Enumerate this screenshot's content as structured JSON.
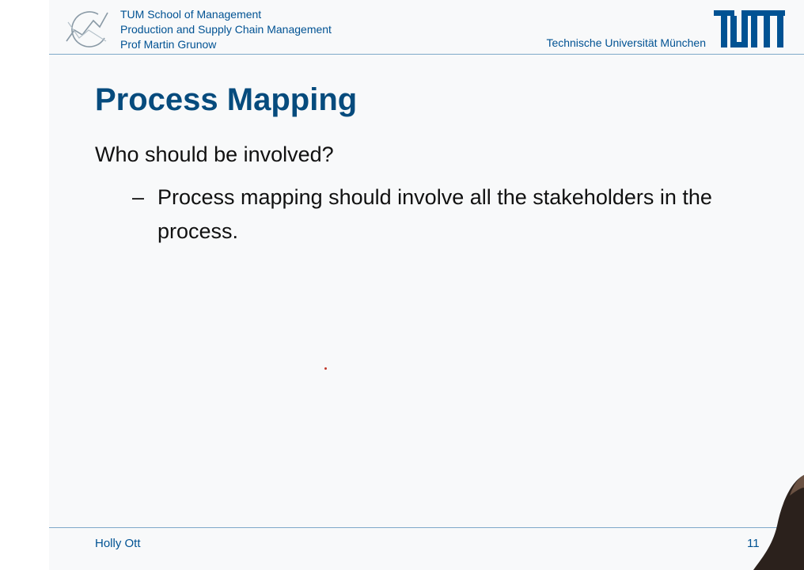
{
  "header": {
    "school": "TUM School of Management",
    "chair": "Production and Supply Chain Management",
    "professor": "Prof Martin Grunow",
    "university": "Technische Universität München",
    "brand_color": "#005293"
  },
  "slide": {
    "title": "Process Mapping",
    "question": "Who should be involved?",
    "bullet_dash": "–",
    "bullet_text": "Process mapping should involve all the stakeholders in the process.",
    "title_color": "#064b7d"
  },
  "footer": {
    "author": "Holly Ott",
    "page_number": "11"
  },
  "icons": {
    "school_logo": "tum-management-chart-icon",
    "university_logo": "tum-logo-icon"
  }
}
